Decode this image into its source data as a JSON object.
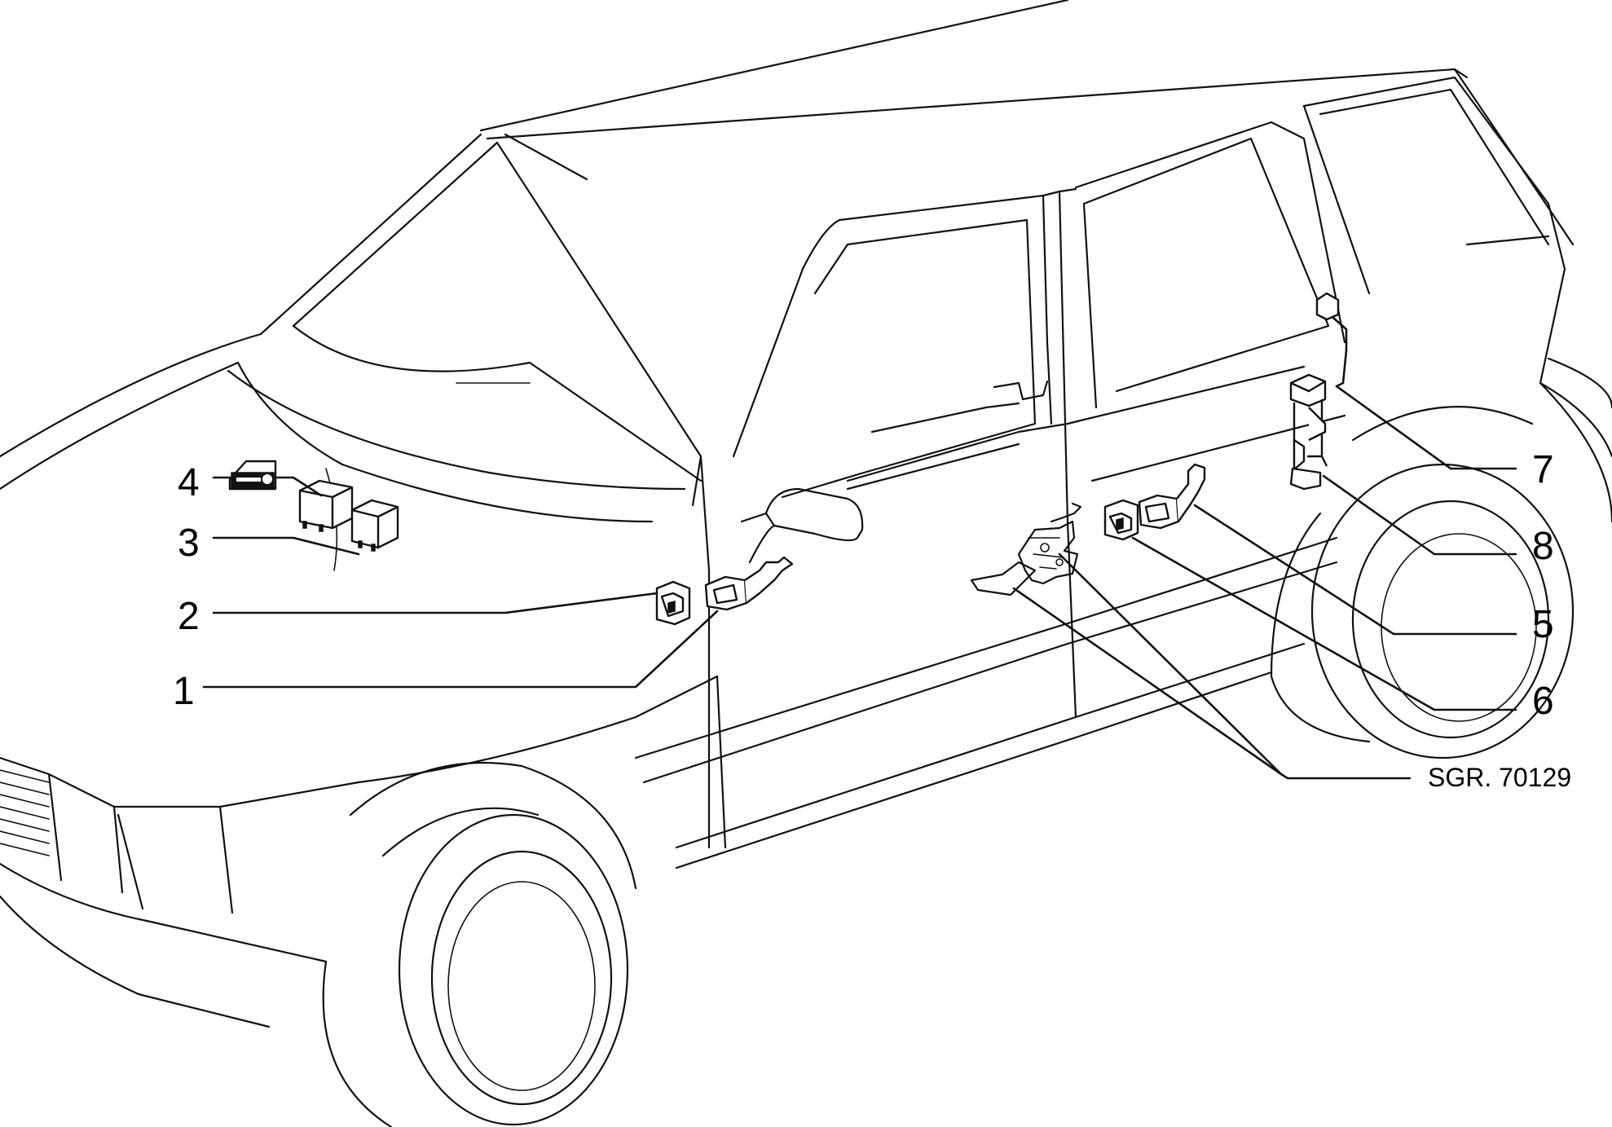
{
  "diagram": {
    "reference_code": "SGR. 70129",
    "callouts": [
      {
        "id": "1",
        "label": "1"
      },
      {
        "id": "2",
        "label": "2"
      },
      {
        "id": "3",
        "label": "3"
      },
      {
        "id": "4",
        "label": "4"
      },
      {
        "id": "5",
        "label": "5"
      },
      {
        "id": "6",
        "label": "6"
      },
      {
        "id": "7",
        "label": "7"
      },
      {
        "id": "8",
        "label": "8"
      }
    ],
    "colors": {
      "line": "#111111",
      "background": "#ffffff"
    },
    "icons": {
      "part-4": "door-key-icon",
      "part-3": "relay-unit-icon",
      "part-2": "door-switch-icon",
      "part-1": "door-switch-conduit-icon",
      "part-5": "rear-door-switch-conduit-icon",
      "part-6": "rear-door-switch-icon",
      "part-7": "tailgate-rod-icon",
      "part-8": "lock-actuator-icon",
      "door-lock": "door-lock-mechanism-icon"
    }
  }
}
